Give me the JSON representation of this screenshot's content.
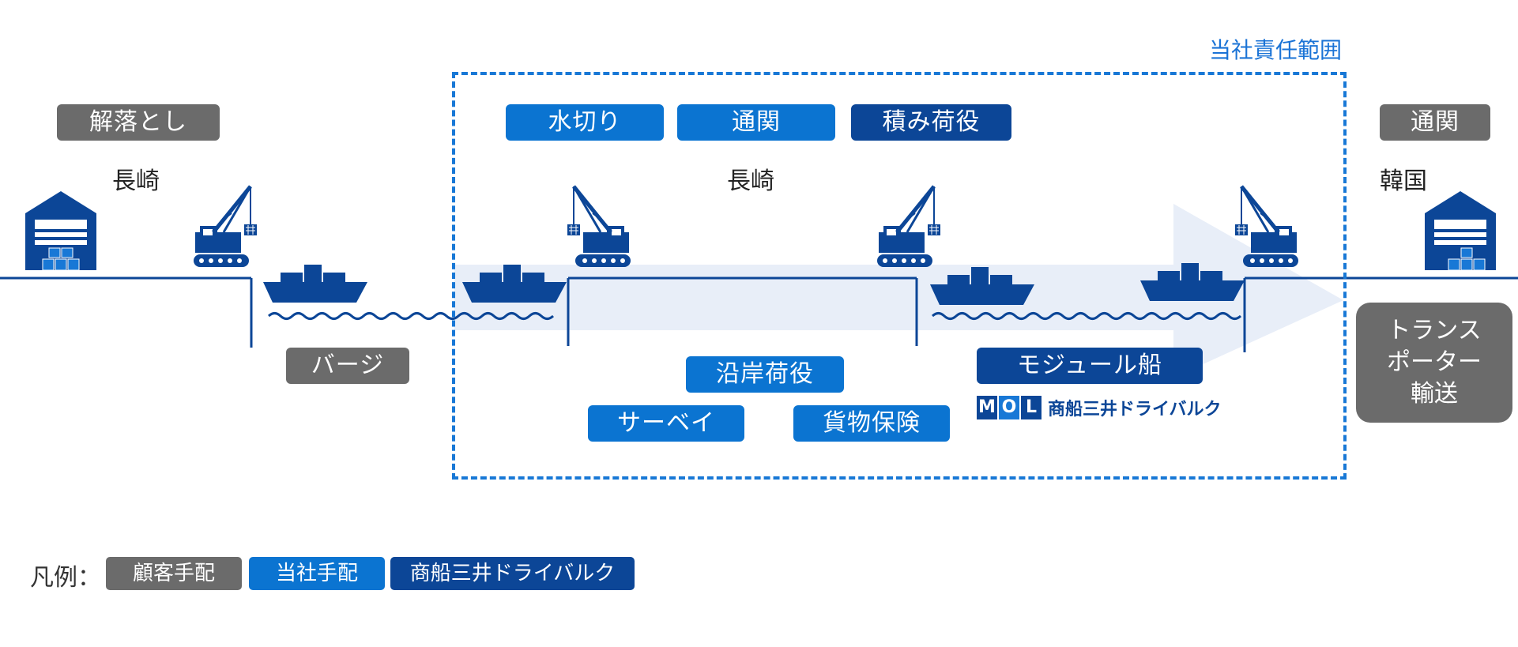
{
  "scope_label": "当社責任範囲",
  "badges": {
    "kaiotoshi": "解落とし",
    "mizukiri": "水切り",
    "tsukan1": "通関",
    "tsumi": "積み荷役",
    "tsukan2": "通関",
    "barge": "バージ",
    "engan": "沿岸荷役",
    "survey": "サーベイ",
    "kamotsu": "貨物保険",
    "module": "モジュール船"
  },
  "places": {
    "nagasaki1": "長崎",
    "nagasaki2": "長崎",
    "korea": "韓国"
  },
  "transporter": {
    "line1": "トランス",
    "line2": "ポーター",
    "line3": "輸送"
  },
  "mol": {
    "letters": [
      "M",
      "O",
      "L"
    ],
    "name": "商船三井ドライバルク"
  },
  "legend": {
    "prefix": "凡例：",
    "items": [
      {
        "label": "顧客手配",
        "color": "#6b6b6b"
      },
      {
        "label": "当社手配",
        "color": "#0b74d1"
      },
      {
        "label": "商船三井ドライバルク",
        "color": "#0c4697"
      }
    ]
  },
  "colors": {
    "customer": "#6b6b6b",
    "company": "#0b74d1",
    "mol": "#0c4697",
    "arrow": "#e6eef9"
  },
  "icons": [
    "warehouse-icon",
    "crane-icon",
    "ship-icon",
    "wave-icon",
    "arrow-icon"
  ]
}
